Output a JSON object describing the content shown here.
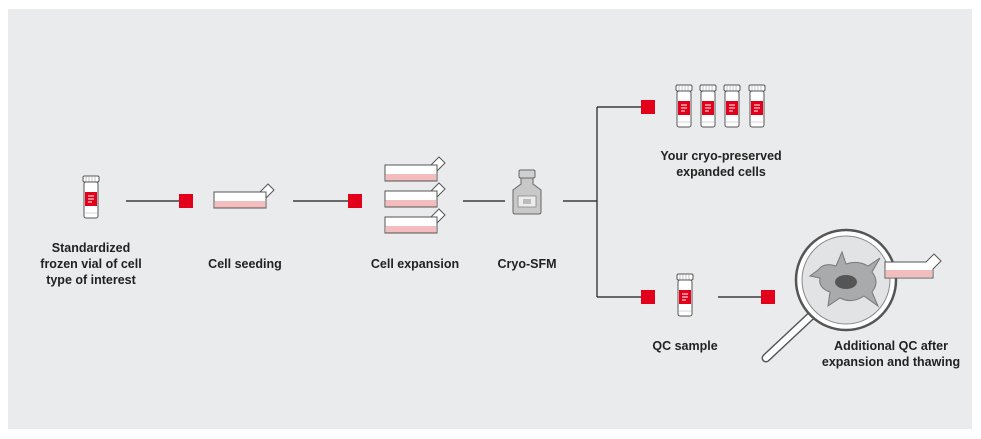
{
  "steps": {
    "frozen_vial": "Standardized\nfrozen vial of cell\ntype of interest",
    "cell_seeding": "Cell seeding",
    "cell_expansion": "Cell expansion",
    "cryo_sfm": "Cryo-SFM",
    "cryo_preserved": "Your cryo-preserved\nexpanded cells",
    "qc_sample": "QC sample",
    "additional_qc": "Additional QC after\nexpansion and thawing"
  },
  "colors": {
    "accent_red": "#e3001b",
    "background_panel": "#eaebec",
    "connector": "#1a1a1a",
    "flask_media": "#f4bcbc"
  }
}
